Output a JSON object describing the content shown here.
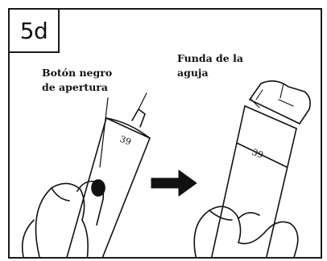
{
  "step": {
    "label": "5d"
  },
  "callouts": {
    "opening_button": {
      "line1": "Botón negro",
      "line2": "de apertura"
    },
    "needle_cap": {
      "line1": "Funda de la",
      "line2": "aguja"
    }
  },
  "colors": {
    "ink": "#111111",
    "background": "#ffffff"
  },
  "icons": {
    "arrow": "right-arrow-icon"
  }
}
